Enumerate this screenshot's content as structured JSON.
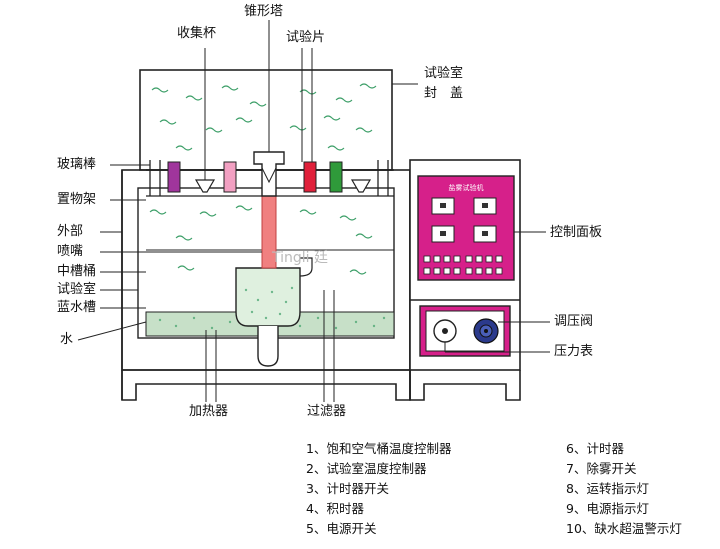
{
  "labels": {
    "collection_cup": "收集杯",
    "cone_tower": "锥形塔",
    "test_piece": "试验片",
    "chamber_cover_line1": "试验室",
    "chamber_cover_line2": "封　盖",
    "glass_rod": "玻璃棒",
    "shelf": "置物架",
    "outer": "外部",
    "nozzle": "喷嘴",
    "middle_tank": "中槽桶",
    "test_chamber": "试验室",
    "blue_tank": "蓝水槽",
    "water": "水",
    "heater": "加热器",
    "filter": "过滤器",
    "control_panel": "控制面板",
    "pressure_valve": "调压阀",
    "pressure_gauge": "压力表",
    "panel_title": "盐雾试验机",
    "watermark": "Tingli 廷"
  },
  "legend": [
    "1、饱和空气桶温度控制器",
    "2、试验室温度控制器",
    "3、计时器开关",
    "4、积时器",
    "5、电源开关",
    "6、计时器",
    "7、除雾开关",
    "8、运转指示灯",
    "9、电源指示灯",
    "10、缺水超温警示灯"
  ],
  "colors": {
    "panel_magenta": "#d6208a",
    "panel_bg": "#ffffff",
    "water_green": "#c7e0c8",
    "tower_red": "#f08080",
    "cup_purple": "#a0359c",
    "cup_pink": "#f2a0c2",
    "cup_red": "#e0203a",
    "cup_green": "#2f9a3a",
    "spray_green": "#3fa06a",
    "dial_blue": "#2b3a8c",
    "line": "#222222"
  }
}
